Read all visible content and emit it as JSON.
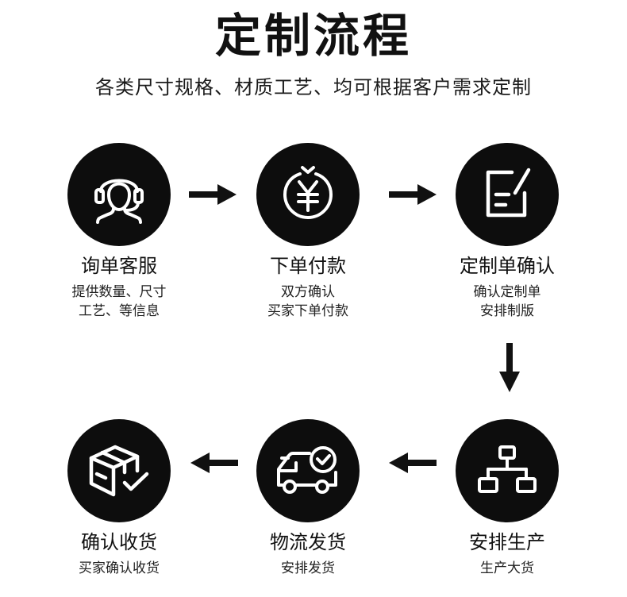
{
  "header": {
    "title": "定制流程",
    "subtitle": "各类尺寸规格、材质工艺、均可根据客户需求定制"
  },
  "steps": [
    {
      "title": "询单客服",
      "desc1": "提供数量、尺寸",
      "desc2": "工艺、等信息",
      "icon": "headset-agent-icon"
    },
    {
      "title": "下单付款",
      "desc1": "双方确认",
      "desc2": "买家下单付款",
      "icon": "yen-coin-icon"
    },
    {
      "title": "定制单确认",
      "desc1": "确认定制单",
      "desc2": "安排制版",
      "icon": "edit-document-icon"
    },
    {
      "title": "安排生产",
      "desc1": "生产大货",
      "icon": "flowchart-icon"
    },
    {
      "title": "物流发货",
      "desc1": "安排发货",
      "icon": "delivery-truck-icon"
    },
    {
      "title": "确认收货",
      "desc1": "买家确认收货",
      "icon": "box-check-icon"
    }
  ],
  "colors": {
    "circle": "#0d0d0d",
    "icon": "#ffffff",
    "arrow": "#111111"
  }
}
